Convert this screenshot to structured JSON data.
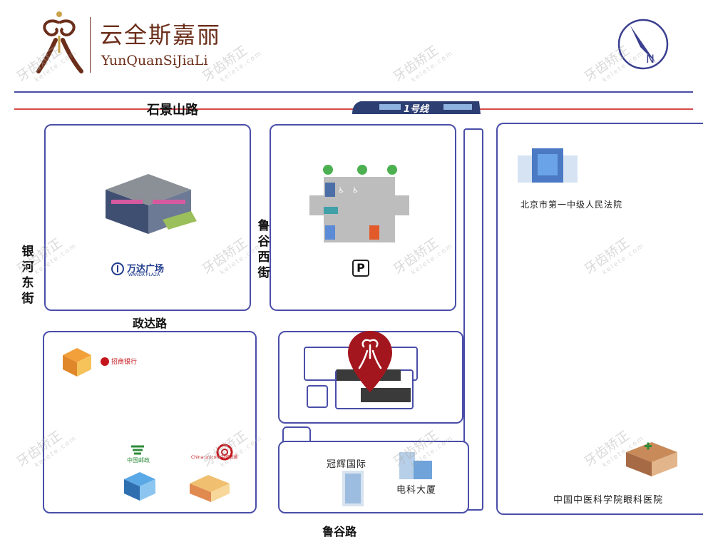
{
  "brand": {
    "name_cn": "云全斯嘉丽",
    "name_en": "YunQuanSiJiaLi"
  },
  "compass": {
    "label": "N"
  },
  "streets": {
    "shijingshan_road": "石景山路",
    "lugu_west_street": "鲁谷西街",
    "yinhe_east_street": "银河东街",
    "zhengda_road": "政达路",
    "lugu_road": "鲁谷路"
  },
  "metro": {
    "label": "1号线"
  },
  "pois": {
    "wanda": {
      "name": "万达广场",
      "sub": "WANDA PLAZA"
    },
    "court": {
      "name": "北京市第一中级人民法院"
    },
    "cmb": {
      "name": "招商银行"
    },
    "post": {
      "name": "中国邮政"
    },
    "unicom": {
      "name": "China unicom中国联通"
    },
    "guanhui": {
      "name": "冠辉国际"
    },
    "dianke": {
      "name": "电科大厦"
    },
    "hospital": {
      "name": "中国中医科学院眼科医院"
    },
    "parking": {
      "symbol": "P"
    }
  },
  "watermark": {
    "text": "牙齿矫正",
    "sub": "kelete.com"
  },
  "colors": {
    "road": "#4a4ea8",
    "pin": "#a3161e",
    "brand": "#6b2e1a",
    "metro": "#2c3e72",
    "rail_line": "#d44a4a"
  }
}
